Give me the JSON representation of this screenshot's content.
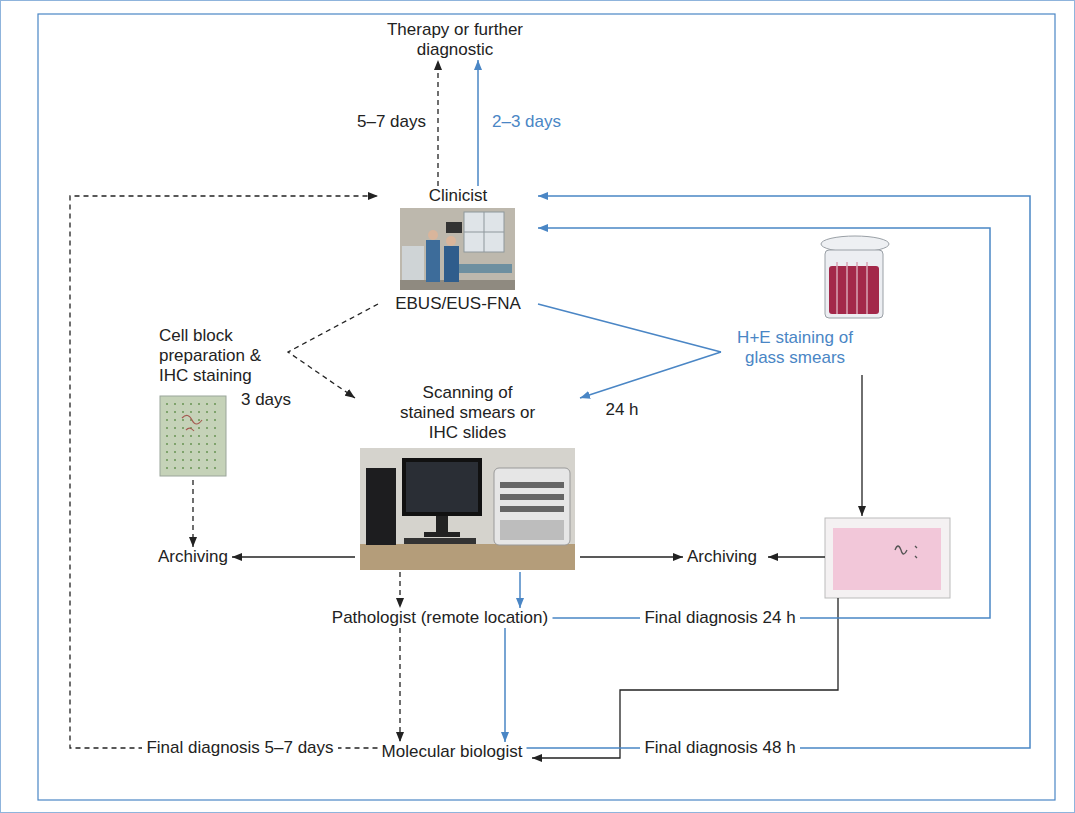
{
  "diagram": {
    "nodes": [
      {
        "text": [
          "Therapy or further diagnostic"
        ]
      },
      {
        "text": [
          "Clinicist",
          "EBUS/EUS-FNA"
        ]
      },
      {
        "text": [
          "Cell block preparation & IHC staining"
        ]
      },
      {
        "text": [
          "H+E staining of glass smears"
        ]
      },
      {
        "text": [
          "Scanning of stained smears or IHC slides"
        ]
      },
      {
        "text": [
          "Archiving"
        ]
      },
      {
        "text": [
          "Archiving"
        ]
      },
      {
        "text": [
          "Pathologist (remote location)"
        ]
      },
      {
        "text": [
          "Molecular biologist"
        ]
      }
    ],
    "edges": [
      {
        "from": 1,
        "to": 0,
        "arrow": "to",
        "label": "5–7 days"
      },
      {
        "from": 1,
        "to": 0,
        "arrow": "to",
        "label": "2–3 days"
      },
      {
        "from": 1,
        "to": 4,
        "arrow": "to",
        "label": "3 days"
      },
      {
        "from": 1,
        "to": 3,
        "arrow": "none"
      },
      {
        "from": 3,
        "to": 4,
        "arrow": "to",
        "label": "24 h"
      },
      {
        "from": 2,
        "to": 5,
        "arrow": "to"
      },
      {
        "from": 4,
        "to": 5,
        "arrow": "to"
      },
      {
        "from": 4,
        "to": 6,
        "arrow": "to"
      },
      {
        "from": 4,
        "to": 7,
        "arrow": "to"
      },
      {
        "from": 4,
        "to": 7,
        "arrow": "to"
      },
      {
        "from": 7,
        "to": 8,
        "arrow": "to"
      },
      {
        "from": 7,
        "to": 8,
        "arrow": "to"
      },
      {
        "from": 7,
        "to": 1,
        "arrow": "to",
        "label": "Final diagnosis 24 h"
      },
      {
        "from": 8,
        "to": 1,
        "arrow": "to",
        "label": "Final diagnosis 48 h"
      },
      {
        "from": 8,
        "to": 1,
        "arrow": "to",
        "label": "Final diagnosis 5–7 days"
      }
    ]
  }
}
